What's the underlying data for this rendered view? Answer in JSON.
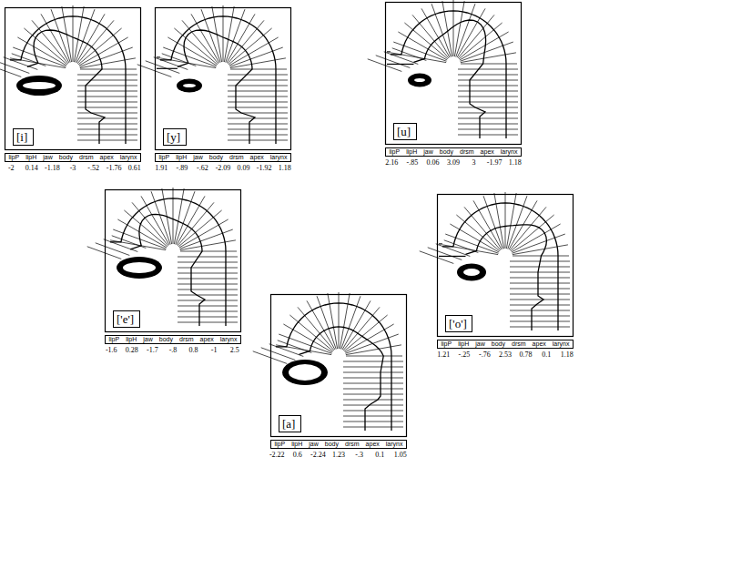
{
  "diagram": {
    "nodes": [
      {
        "text": [
          "[i]"
        ]
      },
      {
        "text": [
          "lipP",
          "lipH",
          "jaw",
          "body",
          "drsm",
          "apex",
          "larynx"
        ]
      },
      {
        "text": [
          "[y]"
        ]
      },
      {
        "text": [
          "lipP",
          "lipH",
          "jaw",
          "body",
          "drsm",
          "apex",
          "larynx"
        ]
      },
      {
        "text": [
          "[u]"
        ]
      },
      {
        "text": [
          "lipP",
          "lipH",
          "jaw",
          "body",
          "drsm",
          "apex",
          "larynx"
        ]
      },
      {
        "text": [
          "['e']"
        ]
      },
      {
        "text": [
          "lipP",
          "lipH",
          "jaw",
          "body",
          "drsm",
          "apex",
          "larynx"
        ]
      },
      {
        "text": [
          "['o']"
        ]
      },
      {
        "text": [
          "lipP",
          "lipH",
          "jaw",
          "body",
          "drsm",
          "apex",
          "larynx"
        ]
      },
      {
        "text": [
          "[a]"
        ]
      },
      {
        "text": [
          "lipP",
          "lipH",
          "jaw",
          "body",
          "drsm",
          "apex",
          "larynx"
        ]
      }
    ],
    "labels": [
      "-2",
      "0.14",
      "-1.18",
      "-3",
      "-.52",
      "-1.76",
      "0.61",
      "1.91",
      "-.89",
      "-.62",
      "-2.09",
      "0.09",
      "-1.92",
      "1.18",
      "2.16",
      "-.85",
      "0.06",
      "3.09",
      "3",
      "-1.97",
      "1.18",
      "-1.6",
      "0.28",
      "-1.7",
      "-.8",
      "0.8",
      "-1",
      "2.5",
      "1.21",
      "-.25",
      "-.76",
      "2.53",
      "0.78",
      "0.1",
      "1.18",
      "-2.22",
      "0.6",
      "-2.24",
      "1.23",
      "-.3",
      "0.1",
      "1.05"
    ]
  }
}
